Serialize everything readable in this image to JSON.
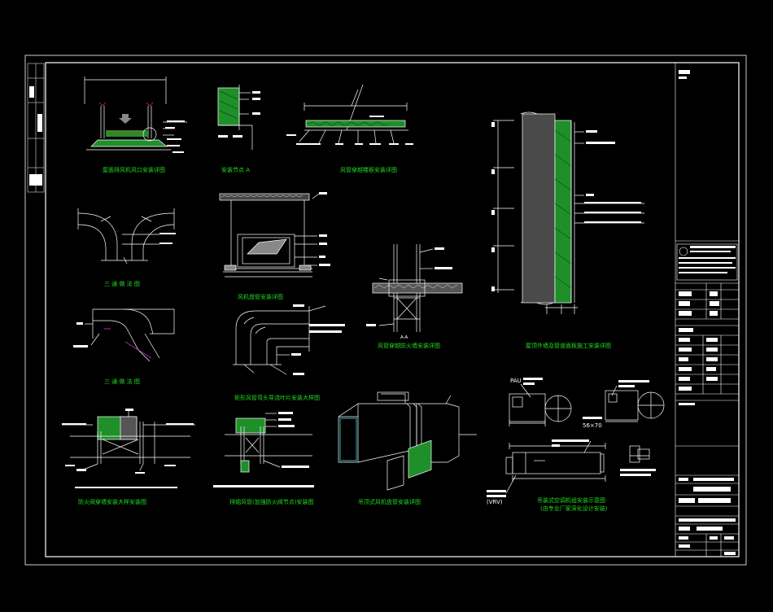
{
  "colors": {
    "background": "#000000",
    "line": "#ffffff",
    "caption": "#22dd22",
    "hatch_green": "#1f8f2a",
    "accent_red": "#ff3030",
    "accent_magenta": "#ff40ff",
    "duct_cyan": "#3ff0ff"
  },
  "labels": {
    "section_marker": "A-A",
    "pau_label": "PAU",
    "vrv_label": "(VRV)",
    "dim_5670": "56×70"
  }
}
